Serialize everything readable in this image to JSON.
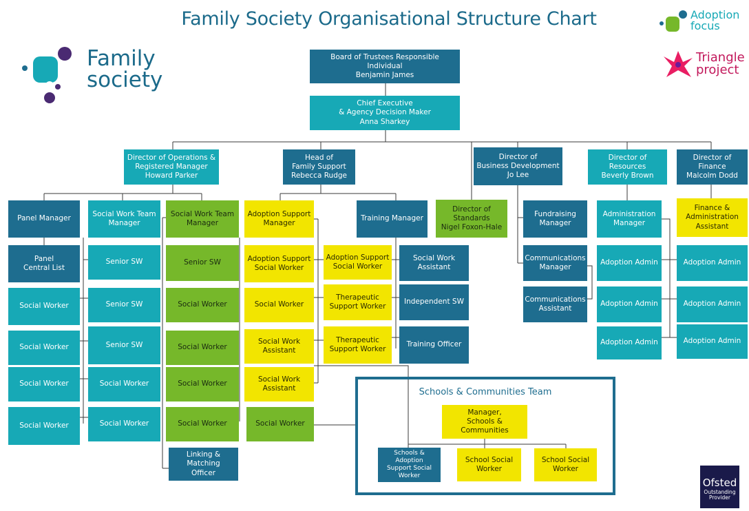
{
  "title": "Family Society Organisational Structure Chart",
  "logos": {
    "family_society": "Family society",
    "adoption_focus": "Adoption focus",
    "triangle_project": "Triangle project",
    "ofsted": {
      "name": "Ofsted",
      "badge": "Outstanding Provider"
    }
  },
  "colors": {
    "navy": "#1e6d8f",
    "teal": "#17a9b6",
    "green": "#76b82a",
    "yellow": "#f2e500",
    "title": "#1b6a8a"
  },
  "boxes": {
    "board": "Board of Trustees Responsible Individual\nBenjamin James",
    "ceo": "Chief Executive\n& Agency Decision Maker\nAnna Sharkey",
    "dir_ops": "Director of Operations &\nRegistered Manager\nHoward Parker",
    "head_family": "Head of\nFamily Support\nRebecca Rudge",
    "dir_bizdev": "Director of\nBusiness Development\nJo Lee",
    "dir_resources": "Director of Resources\nBeverly Brown",
    "dir_finance": "Director of Finance\nMalcolm Dodd",
    "panel_manager": "Panel Manager",
    "sw_team_mgr_1": "Social Work Team\nManager",
    "sw_team_mgr_2": "Social Work Team\nManager",
    "adoption_support_mgr": "Adoption Support\nManager",
    "training_mgr": "Training Manager",
    "dir_standards": "Director of\nStandards\nNigel Foxon-Hale",
    "fundraising_mgr": "Fundraising\nManager",
    "admin_mgr": "Administration\nManager",
    "finance_admin": "Finance &\nAdministration\nAssistant",
    "panel_central": "Panel\nCentral List",
    "sw_a1": "Social Worker",
    "sw_a2": "Social Worker",
    "sw_a3": "Social Worker",
    "sw_a4": "Social Worker",
    "senior_b1": "Senior SW",
    "senior_b2": "Senior SW",
    "senior_b3": "Senior SW",
    "sw_b4": "Social Worker",
    "sw_b5": "Social Worker",
    "senior_c1": "Senior SW",
    "sw_c2": "Social Worker",
    "sw_c3": "Social Worker",
    "sw_c4": "Social Worker",
    "sw_c5": "Social Worker",
    "linking_officer": "Linking & Matching\nOfficer",
    "as_sw_d1": "Adoption Support\nSocial Worker",
    "sw_d2": "Social Worker",
    "swa_d3": "Social Work\nAssistant",
    "swa_d4": "Social Work\nAssistant",
    "sw_d5": "Social Worker",
    "as_sw_e1": "Adoption Support\nSocial Worker",
    "ther_e2": "Therapeutic\nSupport Worker",
    "ther_e3": "Therapeutic\nSupport Worker",
    "swa_f1": "Social Work\nAssistant",
    "indep_sw": "Independent SW",
    "training_officer": "Training Officer",
    "comms_mgr": "Communications\nManager",
    "comms_asst": "Communications\nAssistant",
    "adm_h1": "Adoption Admin",
    "adm_h2": "Adoption Admin",
    "adm_h3": "Adoption Admin",
    "adm_i1": "Adoption Admin",
    "adm_i2": "Adoption Admin",
    "adm_i3": "Adoption Admin"
  },
  "schools_team": {
    "title": "Schools & Communities Team",
    "manager": "Manager,\nSchools & Communities",
    "schools_adoption_sw": "Schools & Adoption\nSupport Social\nWorker",
    "school_sw_1": "School Social\nWorker",
    "school_sw_2": "School Social\nWorker"
  }
}
